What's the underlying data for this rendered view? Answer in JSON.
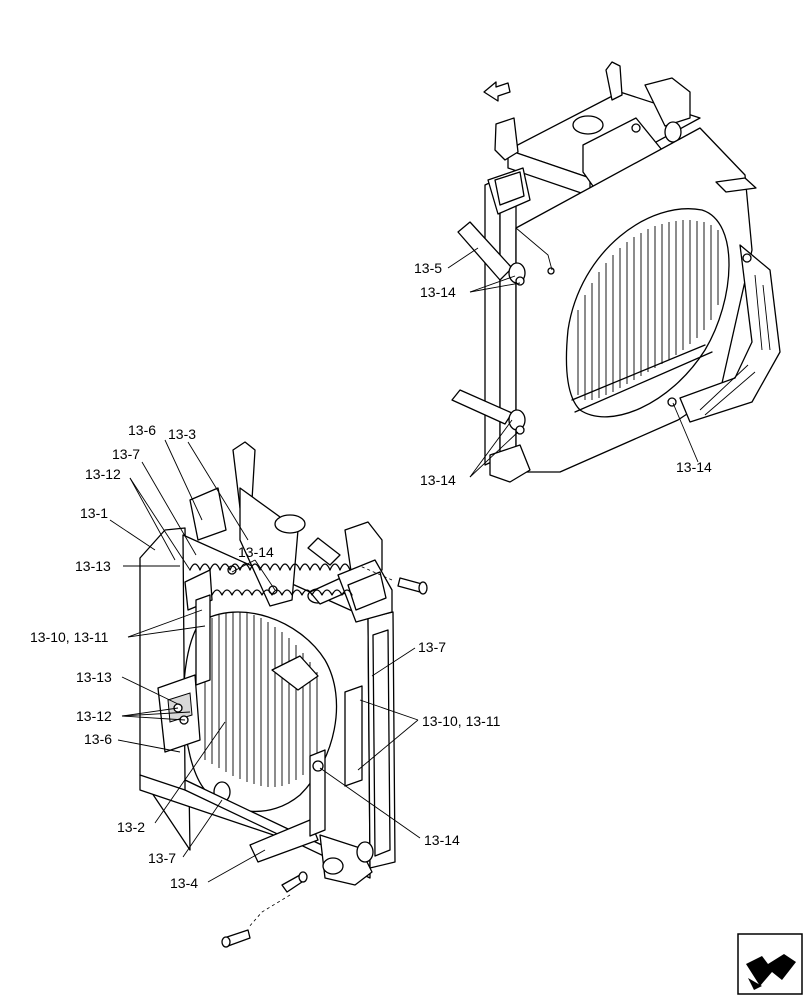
{
  "labels": {
    "upper_13_5": "13-5",
    "upper_13_14_a": "13-14",
    "upper_13_14_b": "13-14",
    "upper_13_14_c": "13-14",
    "lower_13_6_top": "13-6",
    "lower_13_3": "13-3",
    "lower_13_7_top": "13-7",
    "lower_13_12_top": "13-12",
    "lower_13_1": "13-1",
    "lower_13_13_top": "13-13",
    "lower_13_14_top": "13-14",
    "lower_13_10_11_left": "13-10, 13-11",
    "lower_13_13_mid": "13-13",
    "lower_13_12_mid": "13-12",
    "lower_13_6_mid": "13-6",
    "lower_13_2": "13-2",
    "lower_13_7_bottom": "13-7",
    "lower_13_4": "13-4",
    "lower_13_7_right": "13-7",
    "lower_13_10_11_right": "13-10, 13-11",
    "lower_13_14_right": "13-14"
  },
  "icons": {
    "front_arrow": "arrow-icon",
    "next_page": "next-page-icon"
  }
}
